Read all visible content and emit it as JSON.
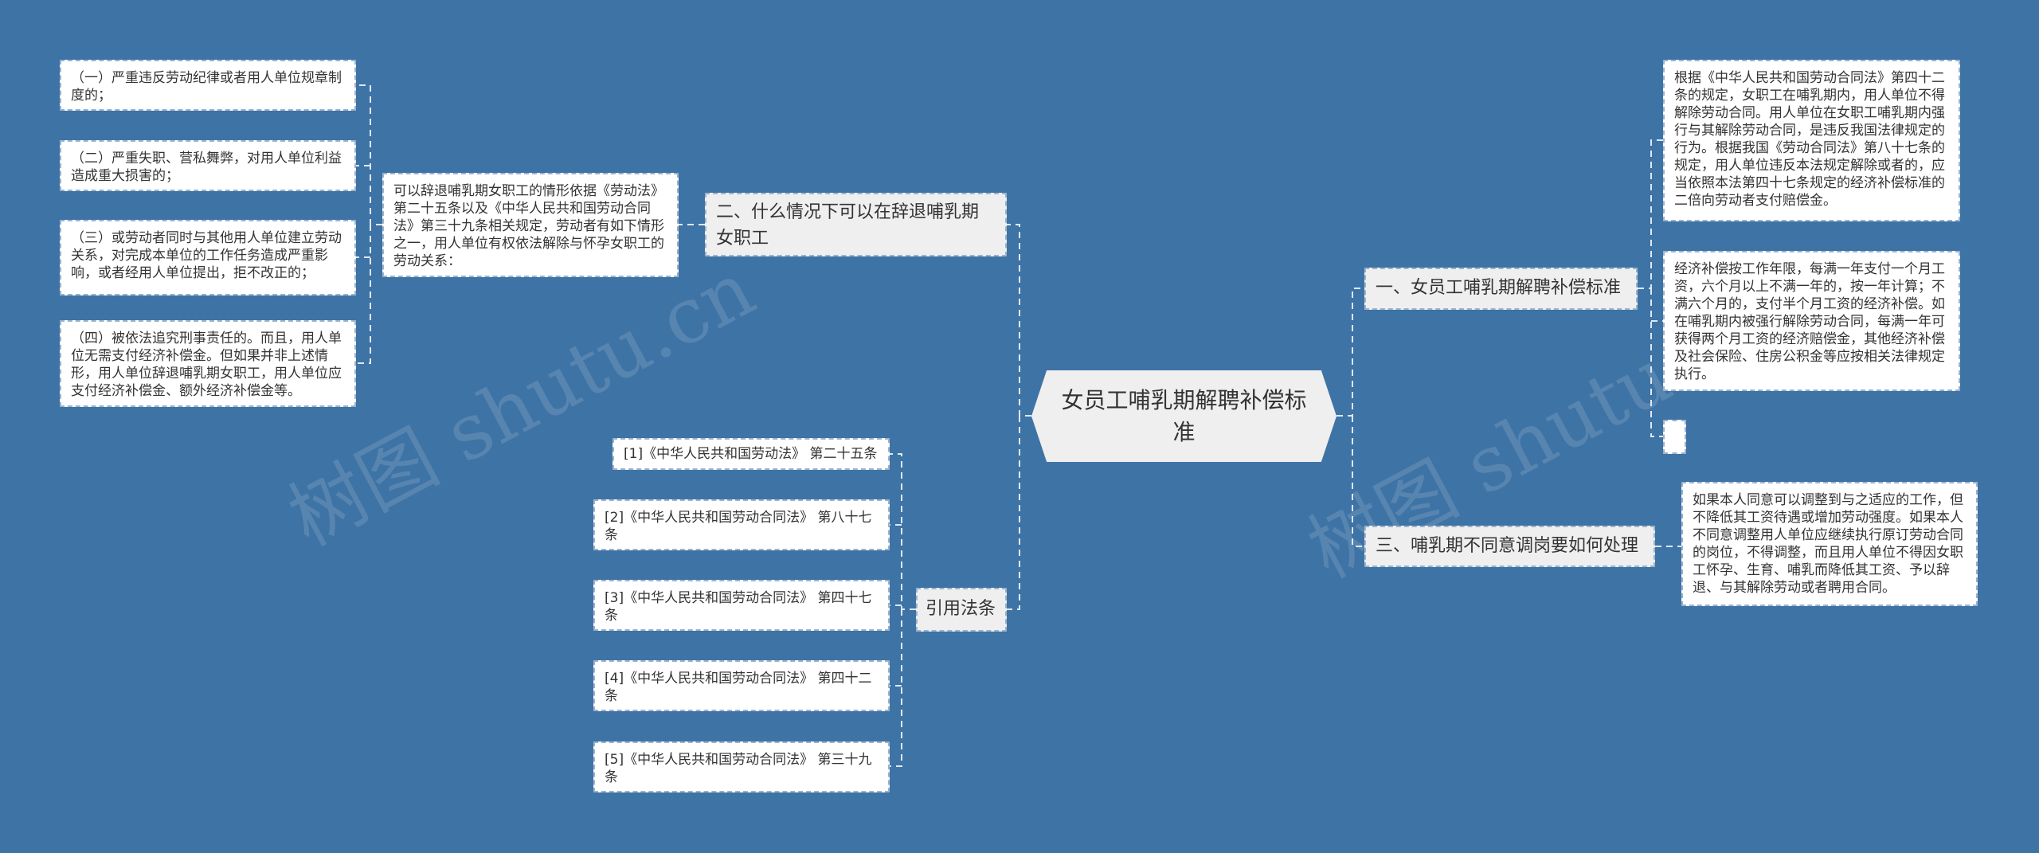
{
  "center": {
    "title": "女员工哺乳期解聘补偿标准"
  },
  "watermark": "树图 shutu.cn",
  "left": {
    "branch_dismiss": {
      "label": "二、什么情况下可以在辞退哺乳期女职工",
      "summary": "可以辞退哺乳期女职工的情形依据《劳动法》第二十五条以及《中华人民共和国劳动合同法》第三十九条相关规定，劳动者有如下情形之一，用人单位有权依法解除与怀孕女职工的劳动关系：",
      "items": [
        "（一）严重违反劳动纪律或者用人单位规章制度的；",
        "（二）严重失职、营私舞弊，对用人单位利益造成重大损害的；",
        "（三）或劳动者同时与其他用人单位建立劳动关系，对完成本单位的工作任务造成严重影响，或者经用人单位提出，拒不改正的；",
        "（四）被依法追究刑事责任的。而且，用人单位无需支付经济补偿金。但如果并非上述情形，用人单位辞退哺乳期女职工，用人单位应支付经济补偿金、额外经济补偿金等。"
      ]
    },
    "branch_refs": {
      "label": "引用法条",
      "items": [
        "[1]《中华人民共和国劳动法》 第二十五条",
        "[2]《中华人民共和国劳动合同法》 第八十七条",
        "[3]《中华人民共和国劳动合同法》 第四十七条",
        "[4]《中华人民共和国劳动合同法》 第四十二条",
        "[5]《中华人民共和国劳动合同法》 第三十九条"
      ]
    }
  },
  "right": {
    "branch_standard": {
      "label": "一、女员工哺乳期解聘补偿标准",
      "items": [
        "根据《中华人民共和国劳动合同法》第四十二条的规定，女职工在哺乳期内，用人单位不得解除劳动合同。用人单位在女职工哺乳期内强行与其解除劳动合同，是违反我国法律规定的行为。根据我国《劳动合同法》第八十七条的规定，用人单位违反本法规定解除或者的，应当依照本法第四十七条规定的经济补偿标准的二倍向劳动者支付赔偿金。",
        "经济补偿按工作年限，每满一年支付一个月工资，六个月以上不满一年的，按一年计算；不满六个月的，支付半个月工资的经济补偿。如在哺乳期内被强行解除劳动合同，每满一年可获得两个月工资的经济赔偿金，其他经济补偿及社会保险、住房公积金等应按相关法律规定执行。",
        ""
      ]
    },
    "branch_transfer": {
      "label": "三、哺乳期不同意调岗要如何处理",
      "items": [
        "如果本人同意可以调整到与之适应的工作，但不降低其工资待遇或增加劳动强度。如果本人不同意调整用人单位应继续执行原订劳动合同的岗位，不得调整，而且用人单位不得因女职工怀孕、生育、哺乳而降低其工资、予以辞退、与其解除劳动或者聘用合同。"
      ]
    }
  }
}
